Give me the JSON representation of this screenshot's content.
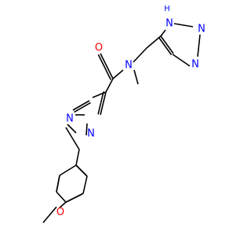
{
  "molecule": {
    "colors": {
      "bond": "#000000",
      "O": "#ff0000",
      "N": "#0000ff",
      "C": "#000000"
    },
    "atoms": [
      {
        "id": "O_carbonyl",
        "symbol": "O"
      },
      {
        "id": "N_amide",
        "symbol": "N"
      },
      {
        "id": "N_pyrazole_1",
        "symbol": "N"
      },
      {
        "id": "N_pyrazole_2",
        "symbol": "N"
      },
      {
        "id": "NH_triazole",
        "symbol": "N",
        "hydrogen_label": "H"
      },
      {
        "id": "N_triazole_b",
        "symbol": "N"
      },
      {
        "id": "N_triazole_c",
        "symbol": "N"
      },
      {
        "id": "O_methoxy",
        "symbol": "O"
      }
    ]
  }
}
